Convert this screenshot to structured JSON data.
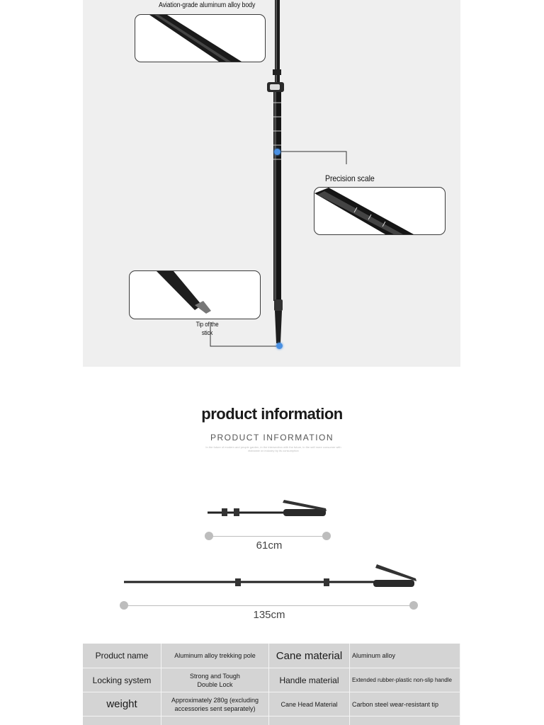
{
  "features": {
    "body_label": "Aviation-grade aluminum alloy body",
    "scale_label": "Precision scale",
    "tip_label": "Tip of the stick",
    "accent_color": "#4a90e2"
  },
  "info": {
    "title": "product information",
    "subtitle": "PRODUCT INFORMATION",
    "tagline": "In the future of modern and people garden, in the intersection with the future, in the self more consumer with elaborate on industry by its consumption"
  },
  "dimensions": {
    "folded": "61cm",
    "extended": "135cm"
  },
  "specs": {
    "rows": [
      {
        "label1": "Product name",
        "value1": "Aluminum alloy trekking pole",
        "label2": "Cane material",
        "value2": "Aluminum alloy"
      },
      {
        "label1": "Locking system",
        "value1": "Strong and Tough Double Lock",
        "label2": "Handle material",
        "value2": "Extended rubber-plastic non-slip handle"
      },
      {
        "label1": "weight",
        "value1": "Approximately 280g (excluding accessories sent separately)",
        "label2": "Cane Head Material",
        "value2": "Carbon steel wear-resistant tip"
      }
    ]
  }
}
